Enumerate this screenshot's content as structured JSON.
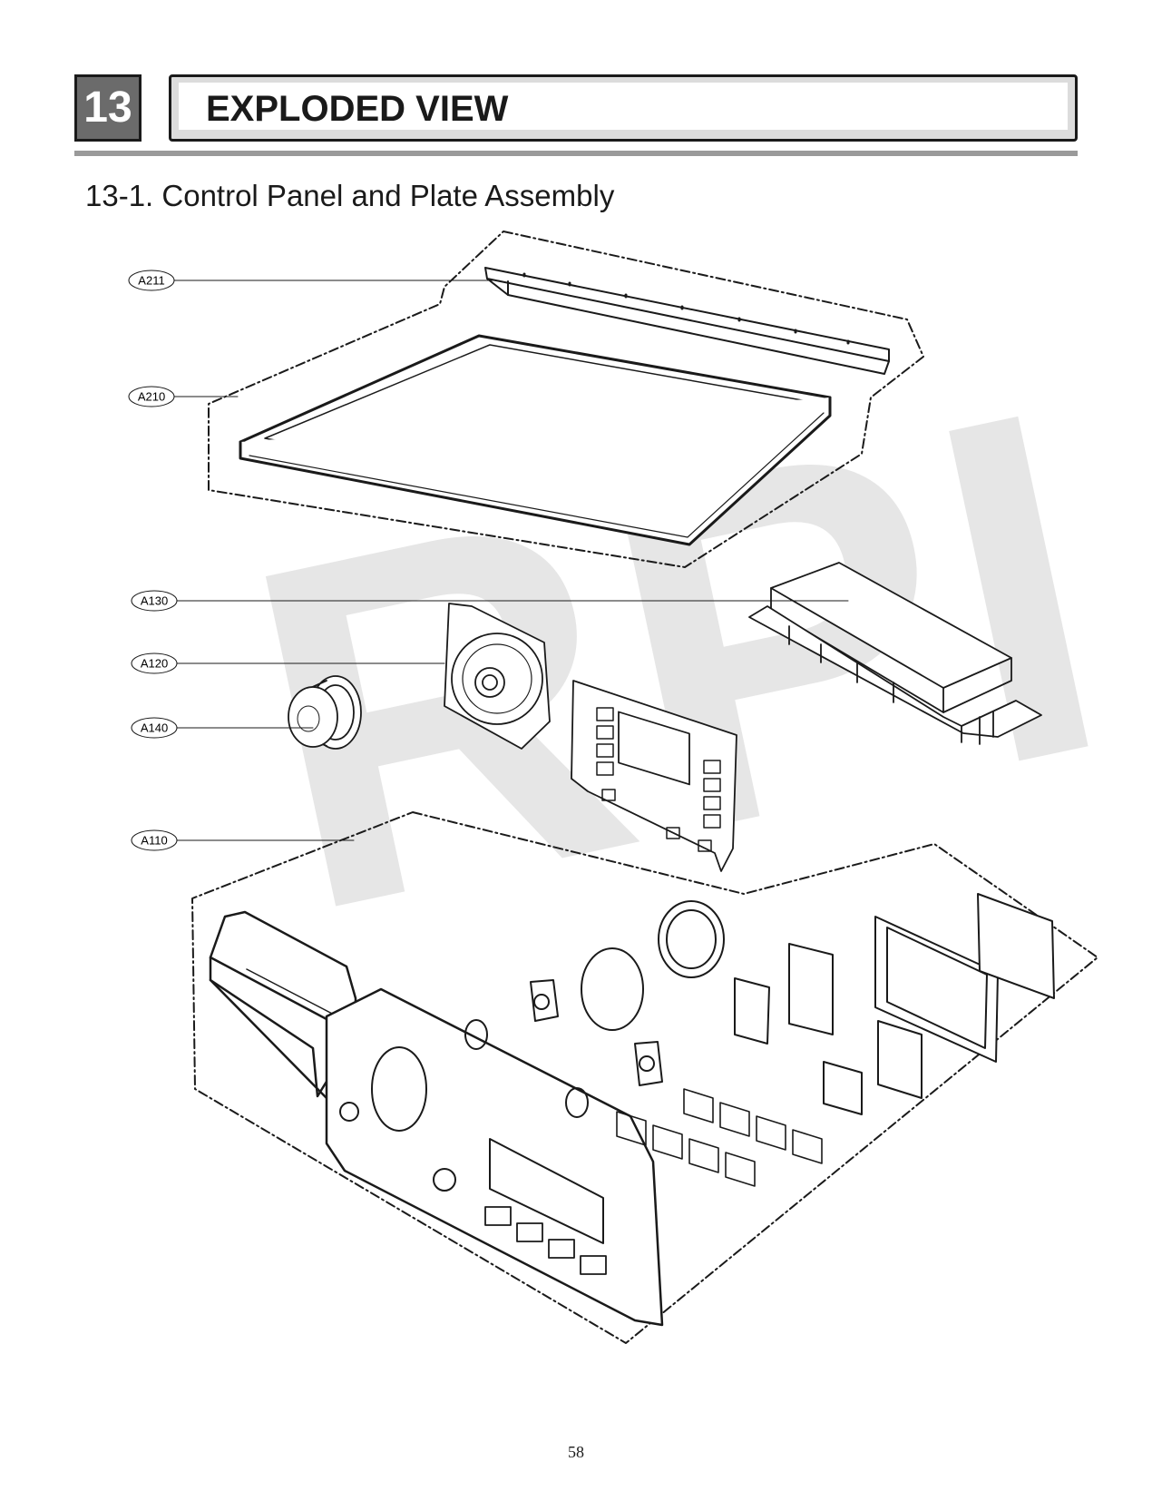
{
  "header": {
    "section_number": "13",
    "section_title": "EXPLODED VIEW"
  },
  "subtitle": "13-1. Control Panel and Plate Assembly",
  "watermark": "RPI",
  "parts": [
    {
      "id": "A211"
    },
    {
      "id": "A210"
    },
    {
      "id": "A130"
    },
    {
      "id": "A120"
    },
    {
      "id": "A140"
    },
    {
      "id": "A110"
    }
  ],
  "footer": {
    "page_number": "58"
  }
}
